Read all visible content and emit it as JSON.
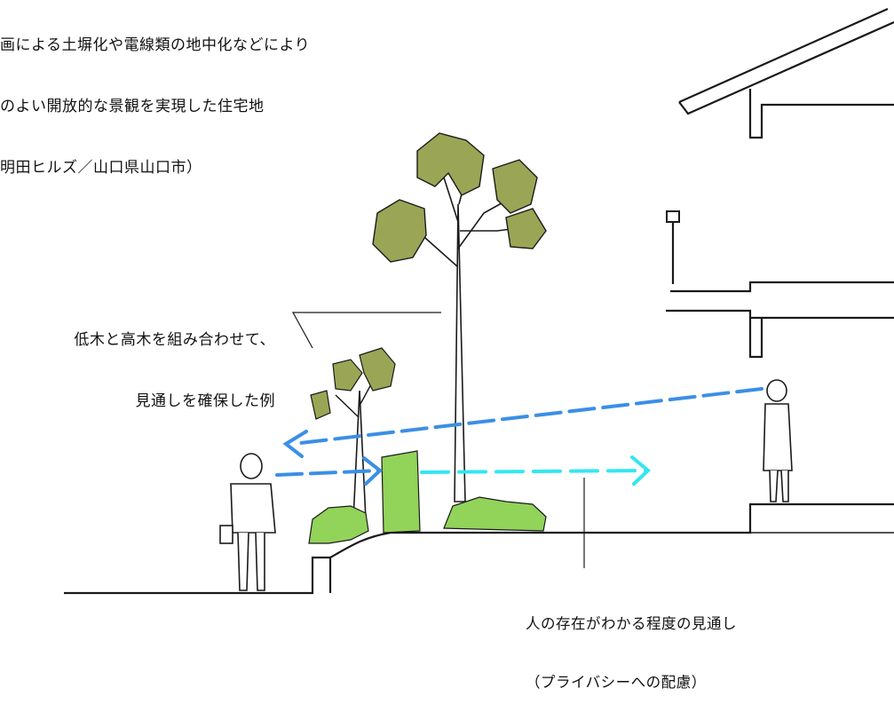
{
  "header_note": {
    "lines": [
      "画による土塀化や電線類の地中化などにより",
      "のよい開放的な景観を実現した住宅地",
      "明田ヒルズ／山口県山口市）"
    ]
  },
  "label_combination": {
    "line1": "低木と高木を組み合わせて、",
    "line2": "見通しを確保した例"
  },
  "label_visibility": {
    "line1": "人の存在がわかる程度の見通し",
    "line2": "（プライバシーへの配慮）"
  },
  "colors": {
    "sight_blue": "#3b8fe6",
    "sight_cyan": "#33e6f0",
    "foliage": "#9aa655",
    "shrub": "#92d35a",
    "line": "#1a1a1a"
  }
}
